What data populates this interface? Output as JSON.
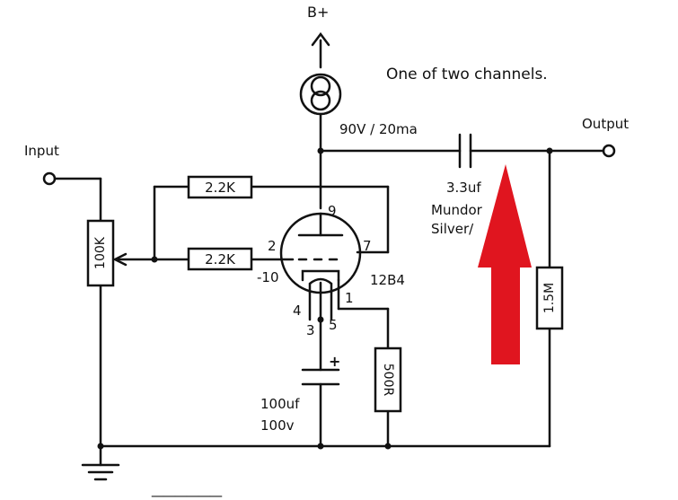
{
  "labels": {
    "supply": "B+",
    "note": "One of two channels.",
    "bias": "90V / 20ma",
    "output": "Output",
    "input": "Input",
    "cap_value": "3.3uf",
    "cap_brand": "Mundor",
    "cap_type": "Silver/",
    "tube": "12B4",
    "elec_value": "100uf",
    "elec_voltage": "100v",
    "elec_polarity": "+",
    "bottom_fragment": "——————"
  },
  "components": {
    "pot": "100K",
    "grid_stopper_top": "2.2K",
    "grid_stopper_mid": "2.2K",
    "cathode_resistor": "500R",
    "output_resistor": "1.5M"
  },
  "pins": {
    "p9": "9",
    "p2": "2",
    "p7": "7",
    "p10": "-10",
    "p1": "1",
    "p4": "4",
    "p3": "3",
    "p5": "5"
  },
  "colors": {
    "ink": "#111111",
    "arrow": "#e0151f",
    "resistor_fill": "#ffffff"
  }
}
